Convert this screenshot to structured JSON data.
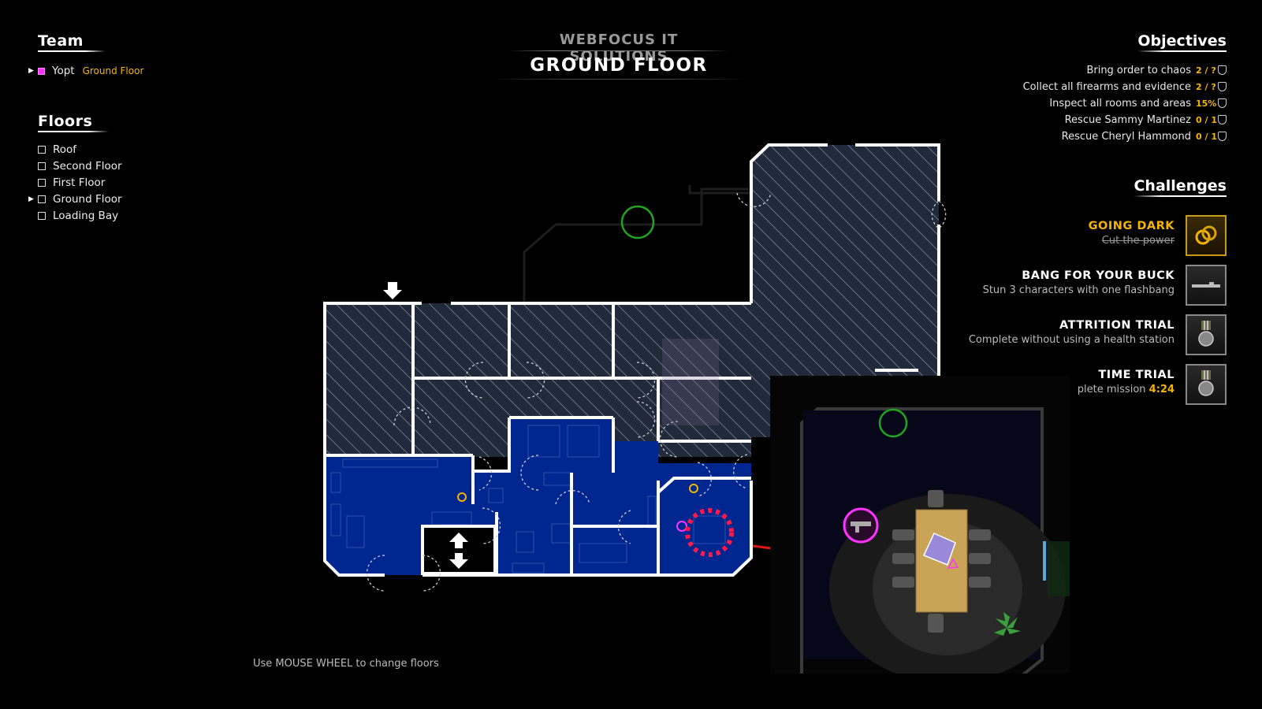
{
  "header": {
    "company": "WEBFOCUS IT SOLUTIONS",
    "floor": "GROUND FLOOR"
  },
  "team": {
    "title": "Team",
    "members": [
      {
        "name": "Yopt",
        "location": "Ground Floor",
        "color": "#ff33ff"
      }
    ]
  },
  "floors": {
    "title": "Floors",
    "items": [
      {
        "label": "Roof",
        "selected": false
      },
      {
        "label": "Second Floor",
        "selected": false
      },
      {
        "label": "First Floor",
        "selected": false
      },
      {
        "label": "Ground Floor",
        "selected": true
      },
      {
        "label": "Loading Bay",
        "selected": false
      }
    ]
  },
  "objectives": {
    "title": "Objectives",
    "items": [
      {
        "label": "Bring order to chaos",
        "count": "2 / ?"
      },
      {
        "label": "Collect all firearms and evidence",
        "count": "2 / ?"
      },
      {
        "label": "Inspect all rooms and areas",
        "count": "15%"
      },
      {
        "label": "Rescue Sammy Martinez",
        "count": "0 / 1"
      },
      {
        "label": "Rescue Cheryl Hammond",
        "count": "0 / 1"
      }
    ]
  },
  "challenges": {
    "title": "Challenges",
    "items": [
      {
        "name": "GOING DARK",
        "desc": "Cut the power",
        "active": true,
        "icon": "bulbs-icon"
      },
      {
        "name": "BANG FOR YOUR BUCK",
        "desc": "Stun 3 characters with one flashbang",
        "active": false,
        "icon": "shotgun-icon"
      },
      {
        "name": "ATTRITION TRIAL",
        "desc": "Complete without using a health station",
        "active": false,
        "icon": "medal-icon"
      },
      {
        "name": "TIME TRIAL",
        "desc_prefix": "plete mission ",
        "time": "4:24",
        "active": false,
        "icon": "medal-icon"
      }
    ]
  },
  "hint": "Use MOUSE WHEEL to change floors",
  "colors": {
    "accent": "#f4b400",
    "explored": "#00268f",
    "unexplored": "#2a3446",
    "wall": "#ffffff",
    "objective_marker": "#ff1a4a",
    "team": "#ff33ff",
    "exit": "#1fc41f"
  }
}
